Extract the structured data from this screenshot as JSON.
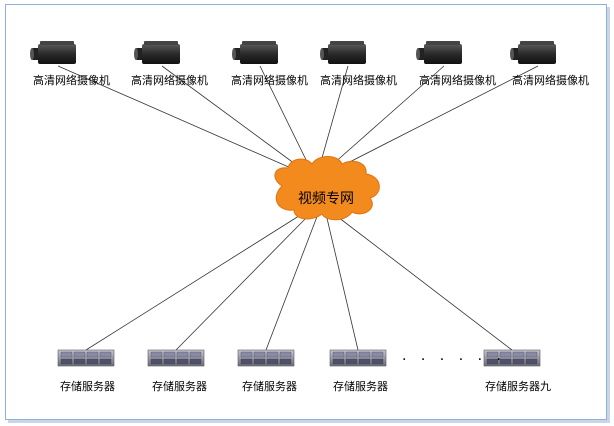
{
  "network": {
    "label": "视频专网",
    "color": "#f28a1e"
  },
  "cameras": [
    {
      "label": "高清网络摄像机"
    },
    {
      "label": "高清网络摄像机"
    },
    {
      "label": "高清网络摄像机"
    },
    {
      "label": "高清网络摄像机"
    },
    {
      "label": "高清网络摄像机"
    },
    {
      "label": "高清网络摄像机"
    }
  ],
  "servers": [
    {
      "label": "存储服务器"
    },
    {
      "label": "存储服务器"
    },
    {
      "label": "存储服务器"
    },
    {
      "label": "存储服务器"
    },
    {
      "label": "存储服务器九"
    }
  ],
  "ellipsis": "· · · · · ·"
}
